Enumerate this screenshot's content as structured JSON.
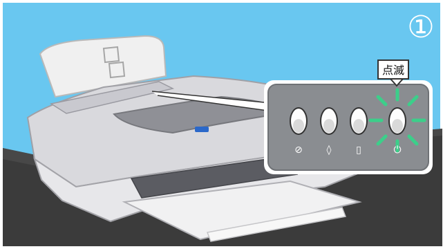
{
  "illustration": {
    "step_number": "①",
    "blink_label": "点滅",
    "panel_buttons": [
      {
        "icon": "ink-drop-change-icon",
        "glyph": "⊘",
        "state": "off"
      },
      {
        "icon": "ink-drop-icon",
        "glyph": "◊",
        "state": "off"
      },
      {
        "icon": "paper-icon",
        "glyph": "▯",
        "state": "off"
      },
      {
        "icon": "power-icon",
        "glyph": "⏻",
        "state": "blinking"
      }
    ],
    "colors": {
      "sky": "#69c7f0",
      "floor": "#3a3a3a",
      "panel": "#8a8d91",
      "highlight_ring": "#3ccf8a",
      "accent_blue": "#2b68c9"
    }
  }
}
